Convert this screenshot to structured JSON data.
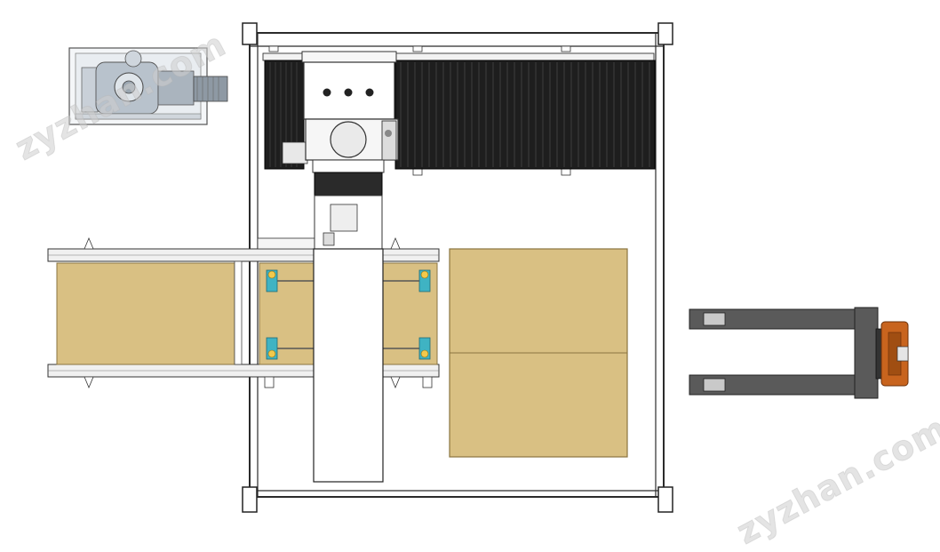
{
  "diagram": {
    "view": "top-view CAD layout",
    "components": [
      "vacuum-pump-module",
      "machine-frame",
      "gantry-head",
      "bellows-cover-left",
      "bellows-cover-right",
      "feed-conveyor-left",
      "working-platform",
      "central-beam",
      "stacked-boards",
      "pallet-jack"
    ]
  },
  "watermarks": [
    "zyzhan.com",
    "zyzhan.com"
  ],
  "colors": {
    "board": "#d9c083",
    "board_edge": "#8a7440",
    "frame": "#333333",
    "bellows": "#1e1e1e",
    "clamp": "#3fb3c3",
    "pallet_handle": "#c8641e",
    "jack": "#5a5a5a"
  }
}
